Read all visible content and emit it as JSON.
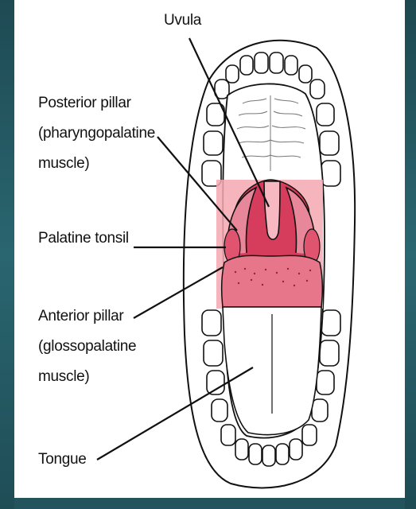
{
  "labels": {
    "uvula": "Uvula",
    "posterior_pillar": [
      "Posterior pillar",
      "(pharyngopalatine",
      "muscle)"
    ],
    "palatine_tonsil": "Palatine tonsil",
    "anterior_pillar": [
      "Anterior pillar",
      "(glossopalatine",
      "muscle)"
    ],
    "tongue": "Tongue"
  },
  "colors": {
    "highlight_band": "#f4a8b2",
    "throat_dark": "#d63c5c",
    "tongue_pink": "#e8768a",
    "line": "#111111",
    "background": "#23535c"
  }
}
